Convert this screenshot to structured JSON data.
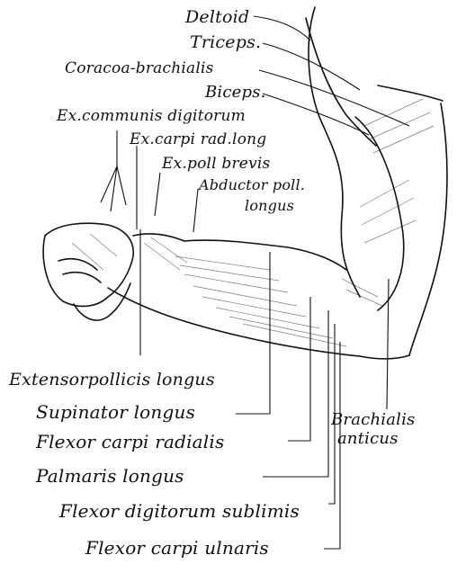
{
  "figure": {
    "ink_color": "#111111",
    "background": "#ffffff",
    "labels": {
      "deltoid": "Deltoid",
      "triceps": "Triceps.",
      "coracobrachialis": "Coracoa-brachialis",
      "biceps": "Biceps.",
      "ex_communis": "Ex.communis digitorum",
      "ex_carpi": "Ex.carpi rad.long",
      "ex_poll_brevis": "Ex.poll brevis",
      "abductor_1": "Abductor poll.",
      "abductor_2": "longus",
      "ext_pollicis": "Extensorpollicis longus",
      "supinator": "Supinator longus",
      "flexor_carpi_radialis": "Flexor carpi radialis",
      "palmaris": "Palmaris longus",
      "flexor_digitorum": "Flexor digitorum sublimis",
      "flexor_carpi_ulnaris": "Flexor carpi ulnaris",
      "brachialis_1": "Brachialis",
      "brachialis_2": "anticus"
    }
  }
}
